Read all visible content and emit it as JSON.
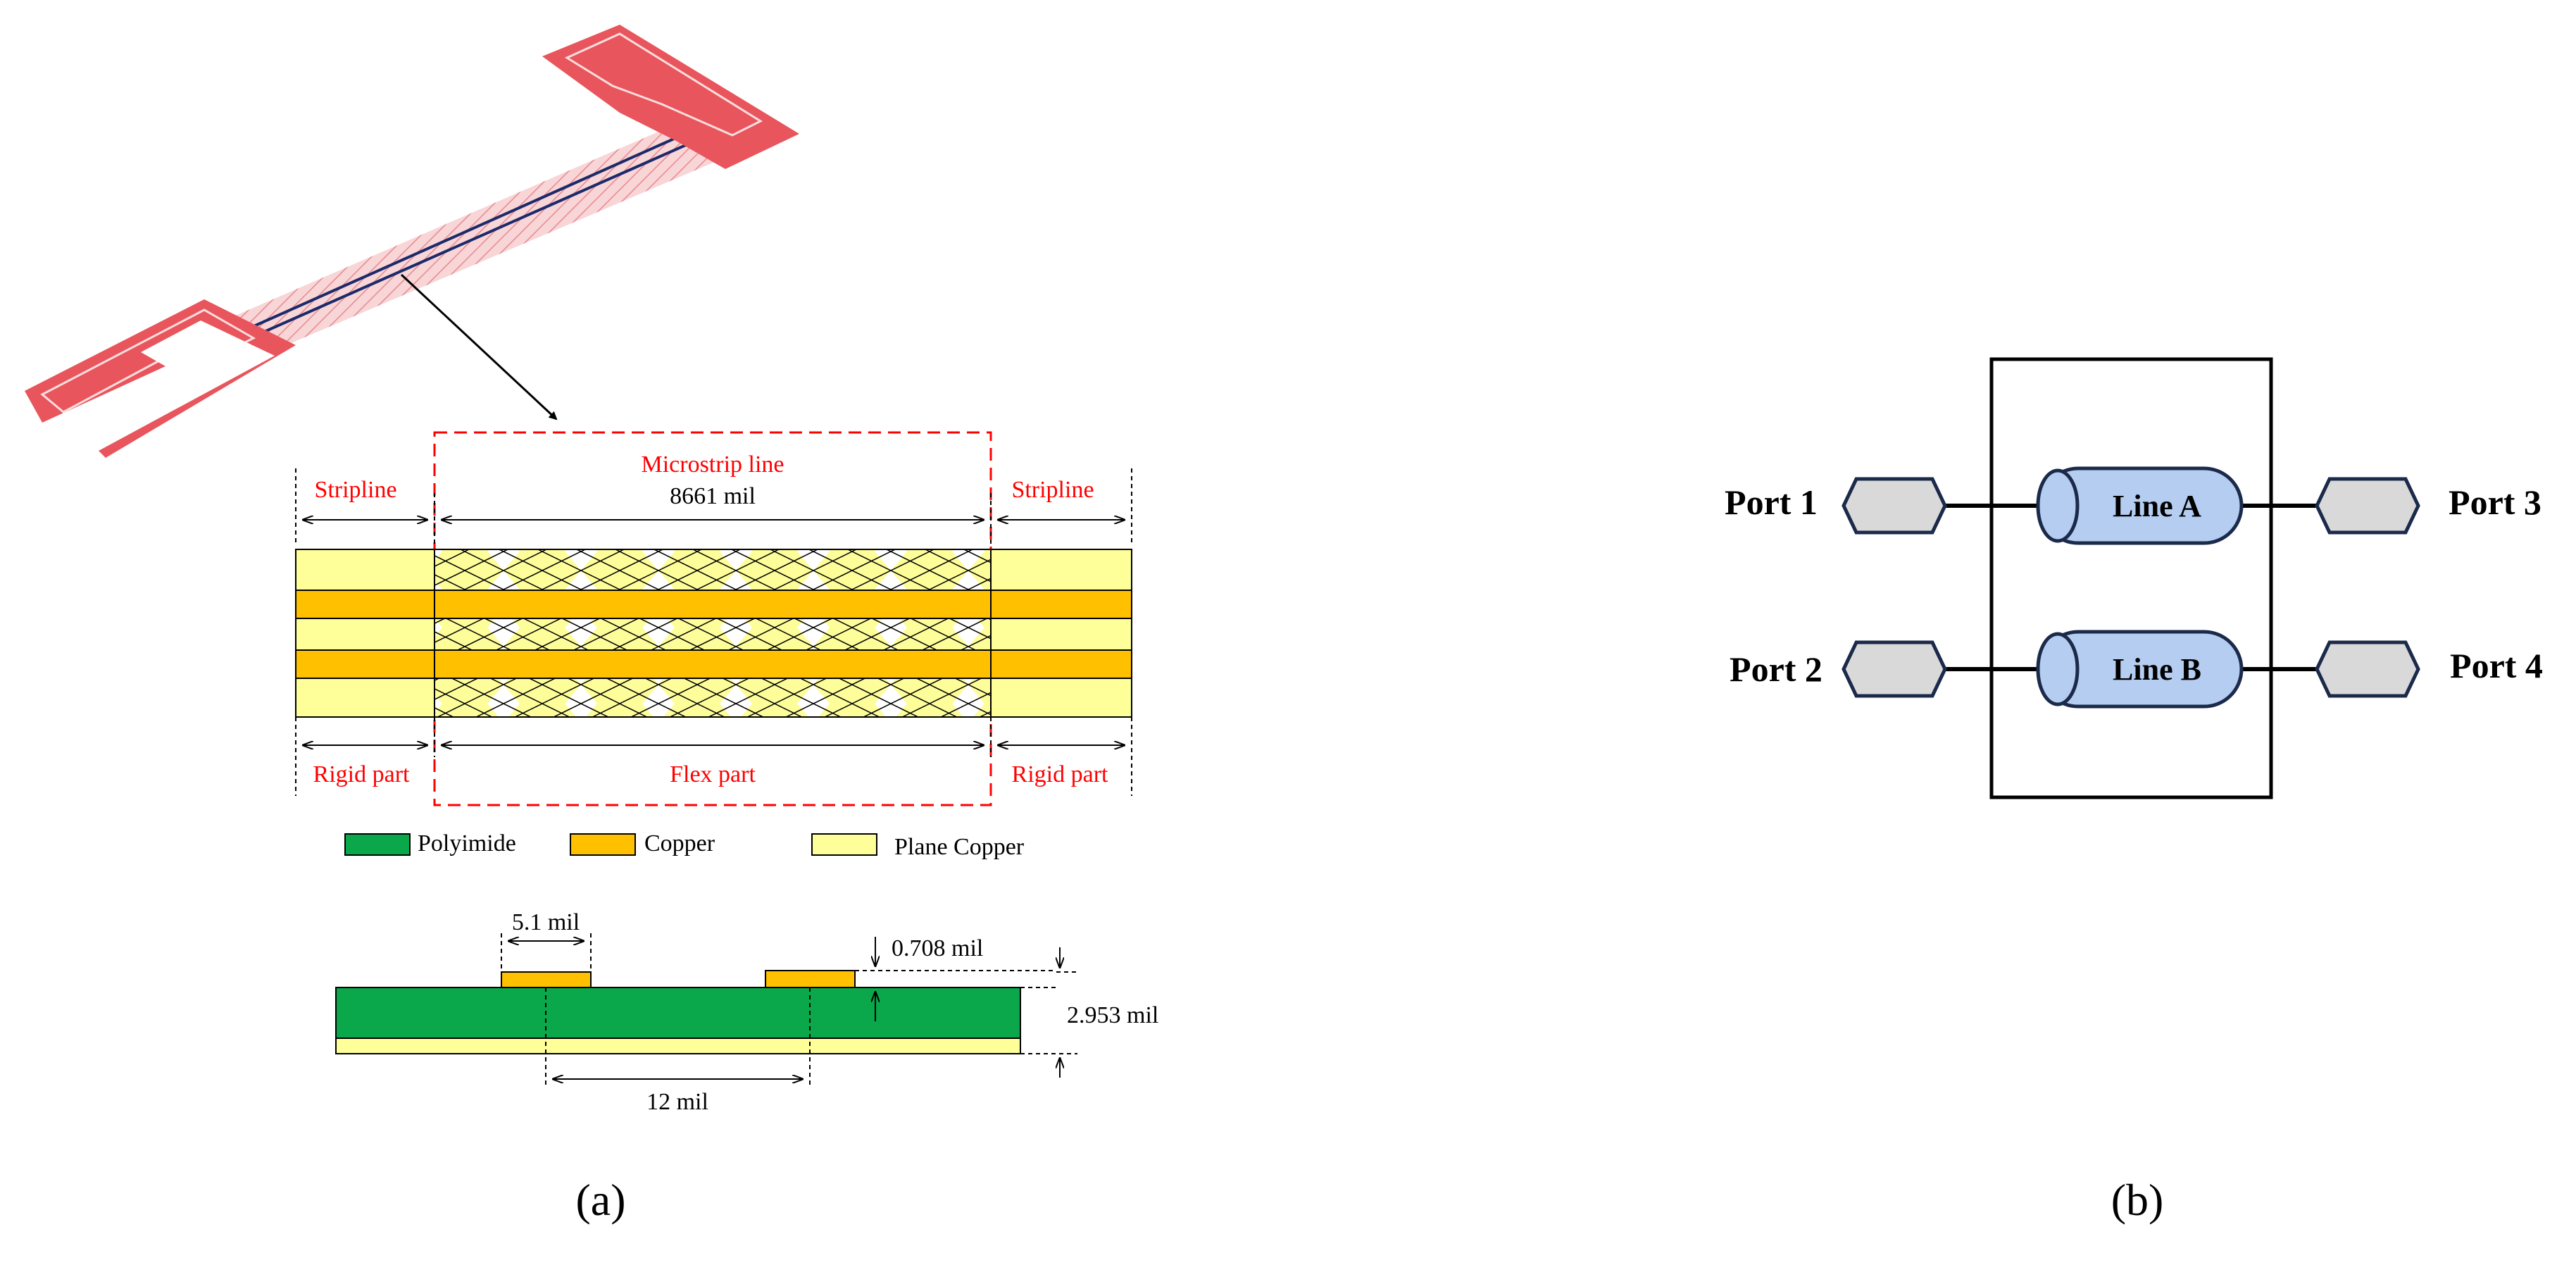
{
  "panel_a": {
    "caption": "(a)",
    "header": {
      "stripline_left": "Stripline",
      "microstrip": "Microstrip line",
      "length": "8661 mil",
      "stripline_right": "Stripline"
    },
    "footer": {
      "rigid_left": "Rigid part",
      "flex": "Flex part",
      "rigid_right": "Rigid part"
    },
    "legend": [
      {
        "label": "Polyimide",
        "color": "#0aa84a"
      },
      {
        "label": "Copper",
        "color": "#ffc000"
      },
      {
        "label": "Plane Copper",
        "color": "#ffff99"
      }
    ],
    "cross_section": {
      "trace_width": "5.1 mil",
      "trace_thickness": "0.708 mil",
      "substrate_thickness": "2.953 mil",
      "trace_spacing": "12 mil"
    }
  },
  "panel_b": {
    "caption": "(b)",
    "lines": [
      "Line A",
      "Line B"
    ],
    "ports": [
      "Port 1",
      "Port 2",
      "Port 3",
      "Port 4"
    ]
  },
  "colors": {
    "annotation_red": "#ff0000",
    "pcb_red": "#e8555c",
    "polyimide": "#0aa84a",
    "copper": "#ffc000",
    "plane_copper": "#ffff99",
    "line_fill": "#b4cdf0",
    "port_fill": "#d9d9d9",
    "navy": "#1b2a4a"
  }
}
